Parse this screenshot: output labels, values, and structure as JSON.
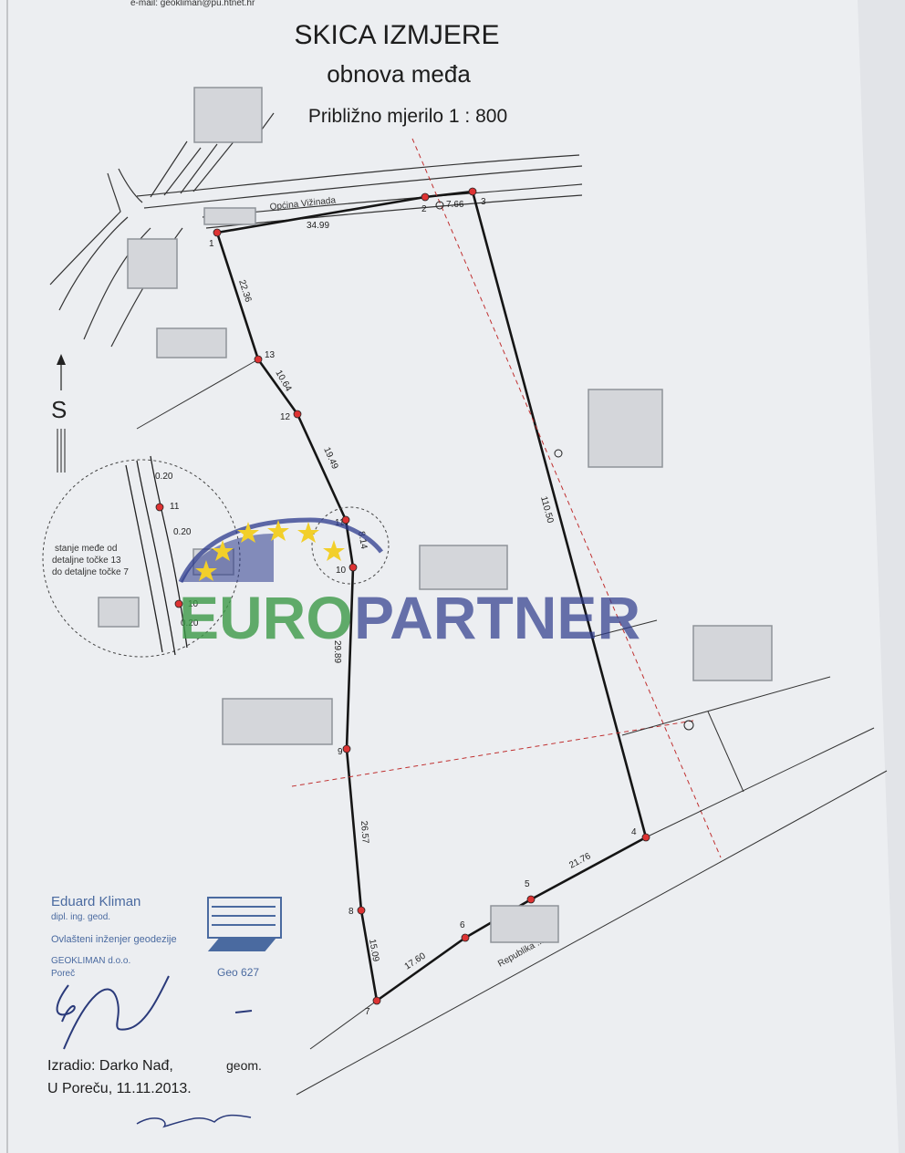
{
  "header": {
    "email_fragment": "e-mail: geokliman@pu.htnet.hr",
    "title": "SKICA IZMJERE",
    "subtitle": "obnova međa",
    "scale_text": "Približno mjerilo 1 : 800"
  },
  "labels": {
    "road_top": "Općina Vižinada",
    "road_bottom": "Republika ...ska",
    "north": "S",
    "circle_note_1": "stanje međe od",
    "circle_note_2": "detaljne točke 13",
    "circle_note_3": "do detaljne točke 7"
  },
  "points": [
    "1",
    "2",
    "3",
    "4",
    "5",
    "6",
    "7",
    "8",
    "9",
    "10",
    "11",
    "12",
    "13"
  ],
  "dimensions": {
    "d_1_2": "34.99",
    "d_2_3": "7.66",
    "d_1_13": "22.36",
    "d_13_12": "10.64",
    "d_12_11": "19.49",
    "d_11_10": "8.14",
    "d_10_9": "29.89",
    "d_9_8": "26.57",
    "d_8_7": "15.09",
    "d_7_6": "17.60",
    "d_5_4": "21.76",
    "d_3_4": "110.50"
  },
  "detail_offsets": [
    "0.20",
    "0.20",
    "0.20"
  ],
  "watermark": {
    "left": "EURO",
    "right": "PARTNER",
    "green": "#3d9a48",
    "blue": "#2c3a8c",
    "star_color": "#f2cf2a"
  },
  "stamp": {
    "name": "Eduard Kliman",
    "degree": "dipl. ing. geod.",
    "role": "Ovlašteni inženjer geodezije",
    "company": "GEOKLIMAN d.o.o.",
    "city": "Poreč",
    "code": "Geo 627"
  },
  "footer": {
    "made_by_label": "Izradio: Darko Nađ,",
    "made_by_suffix": "geom.",
    "place_date": "U Poreču, 11.11.2013."
  }
}
